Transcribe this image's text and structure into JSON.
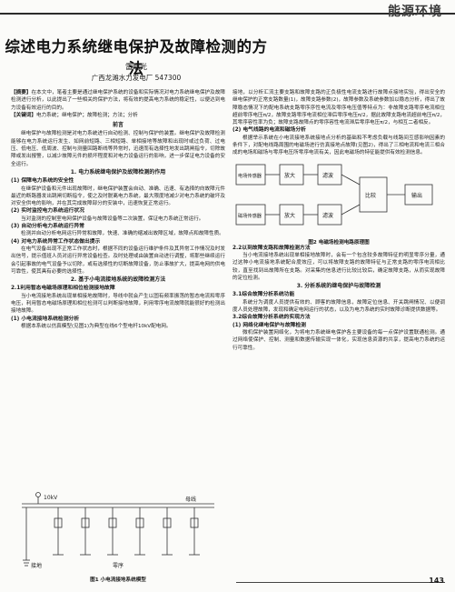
{
  "header": {
    "brand": "能源环境"
  },
  "title": "综述电力系统继电保护及故障检测的方法",
  "author": "雷晓光",
  "affiliation": "广西龙滩水力发电厂    547300",
  "abstract": {
    "label": "【摘要】",
    "text": "在本文中，笔者主要是通过继电保护系统的设备和实际情况对电力系统继电保护及故障检测进行分析，以此提出了一些相关的保护方法，将有效的提高电力系统的稳定性，以便达到电力设备有效运行的目的。",
    "kw_label": "【关键词】",
    "keywords": "电力系统；继电保护；故障检测；方法；分析"
  },
  "left": {
    "preface_h": "前言",
    "preface_p": "继电保护与故障检测是对电力系统进行自动检测、控制与保护的装置。继电保护及故障检测能够在电力系统运行发生、如网前短路、三相短路、单相接地等故障和出现时或过负荷、过电压、低电压、低周波、控制与测量回路断线等异常时，迅速而有选择性地发出跳闸指令，切除故障或发出报警，以减少故障元件的损坏程度和对电力设备运行的影响，进一步保证电力设备的安全运行。",
    "h1": "1. 电力系统继电保护及故障检测的作用",
    "h1_1": "(1) 保障电力系统的安全性",
    "p1_1": "在继保护设备和元件出现故障时，继电保护装置会自动、准确、迅速、有选择的向故障元件最近的断路器发出跳闸切断指令，使之及时脱离电力系统，最大限度地减少对电力系统的破坏及对安全供电的影响，并在其完成故障部分的安装中，迅速恢复正常运行。",
    "h1_2": "(2) 实时监控电力系统运行状况",
    "p1_2": "当对监测的控制室电网保护设备与故障设备等二次装置，保证电力系统正常运行。",
    "h1_3": "(3) 自动分析电力系统运行异常",
    "p1_3": "检测并自动分析电网运行异常和故障，快速、准确的缩减出故障区域，故障点和故障性质。",
    "h1_4": "(4) 对电力系统异常工作状态做出提示",
    "p1_4": "在电气设备出现不正常工作状态时，根据不同的设备运行维护条件及其异常工作情况及时发出信号，提示值班人员对运行异常设备检查。及时处理或由装置自动进行调整，将那些继续运行会引起事故的电气设备予以切除，或有选择性的切断故障设备，防止事故扩大，提高电网的供电可靠性，使其具有必要的选择性。",
    "h2": "2. 基于小电流接地系统的故障检测方法",
    "h2_1": "2.1利用暂态电磁场原理和相位检测接地故障",
    "p2_1": "当小电流接地系统出现单相接地故障时，导线中就会产生以固有频率振荡的暂态电流和零序电压，利用暂态电磁场原理和相位检测可以判断接地故障，利用零序电流故障就能很好的检测出接地故障。",
    "h2_1b": "(1) 小电流接地系统检测分析",
    "p2_1b": "根据本系统以仿真模型(见图1)为典型在线6个型电杆10kV配电网。",
    "fig1": {
      "caption": "图1  小电流接地系统模型",
      "labels": {
        "top": "10kV",
        "bus": "母线",
        "ground": "接地",
        "zero": "零序"
      }
    }
  },
  "right": {
    "p_top": "接地，以分析汇流主要支路和故障支路的正负极性电流支路进行故障点接地实验，得出安全的继电保护的正常支路数量(1)，故障支路参数(2)，故障参数及系统参数加以稳态分析，得出了故障稳态情况下的配电系统支路零序序性电流及零序电压值等特点为：非故障支路零序电流相位超前零序电压π/2，故障支路零序电流相位滞后零序电压π/2，据此故障支路电流超前电压π/2，其零序容性率为负；故障支路故障点的零序容性电流滞后零序电压π/2，与相互二者相反。",
    "h_b": "(2) 电气线路的电流和磁场分析",
    "p_b": "根据举示系统在小电流接地系统接地点分析的基础和不考虑负载与线路间互感影响因素的条件下，对配电线路周围的电磁场进行仿真接地点故障(见图2)，得出了三相电流和电流三相合成的电场和磁场与零序电压所零序电流有关，因此电磁场的特征能提供有效检测信息。",
    "fig2": {
      "caption": "图2  电磁场检测电路原理图",
      "labels": {
        "sensor": "电场传感器",
        "mag": "磁场传感器",
        "amp1": "放大",
        "amp2": "放大",
        "filter1": "滤波",
        "filter2": "滤波",
        "cmp": "比较",
        "out": "输出"
      }
    },
    "h_2_2": "2.2以到故障支路和故障检测方法",
    "p_2_2": "当小电流接地系统出现单相接地故障时，会有一个包含较多故障特征的明显零序分量，通过这种小电流接地系统配合度效应，可以将故障支路的故障特征与正常支路的零序电流相比较，直至找到出故障所在支路。对采集的信息进行比较比较后，确定故障支路，从而实现故障的定位检测。",
    "h3": "3. 分析系统的继电保护与故障检测",
    "h3_1": "3.1综合故障分析系统功能",
    "p3_1": "系统分为调度人员提供有效的、顾客的故障信息，故障定位信息、开关跳闸情况、以便调度人员处理故障，发现和确定电网运行的状态，以及为电力系统的实时故障诊断提供数据等。",
    "h3_2": "3.2综合故障分析系统的实现方法",
    "h3_2a": "(1) 网络化继电保护与故障检测",
    "p3_2a": "微机保护装置网络化，为将电力系统继电保护各主要设备的每一点保护设置联通检测。通过网络使保护、控制、测量和数据传输实现一体化，实现信息资源的共享，提高电力系统的运行可靠性。"
  },
  "pageno": "143"
}
